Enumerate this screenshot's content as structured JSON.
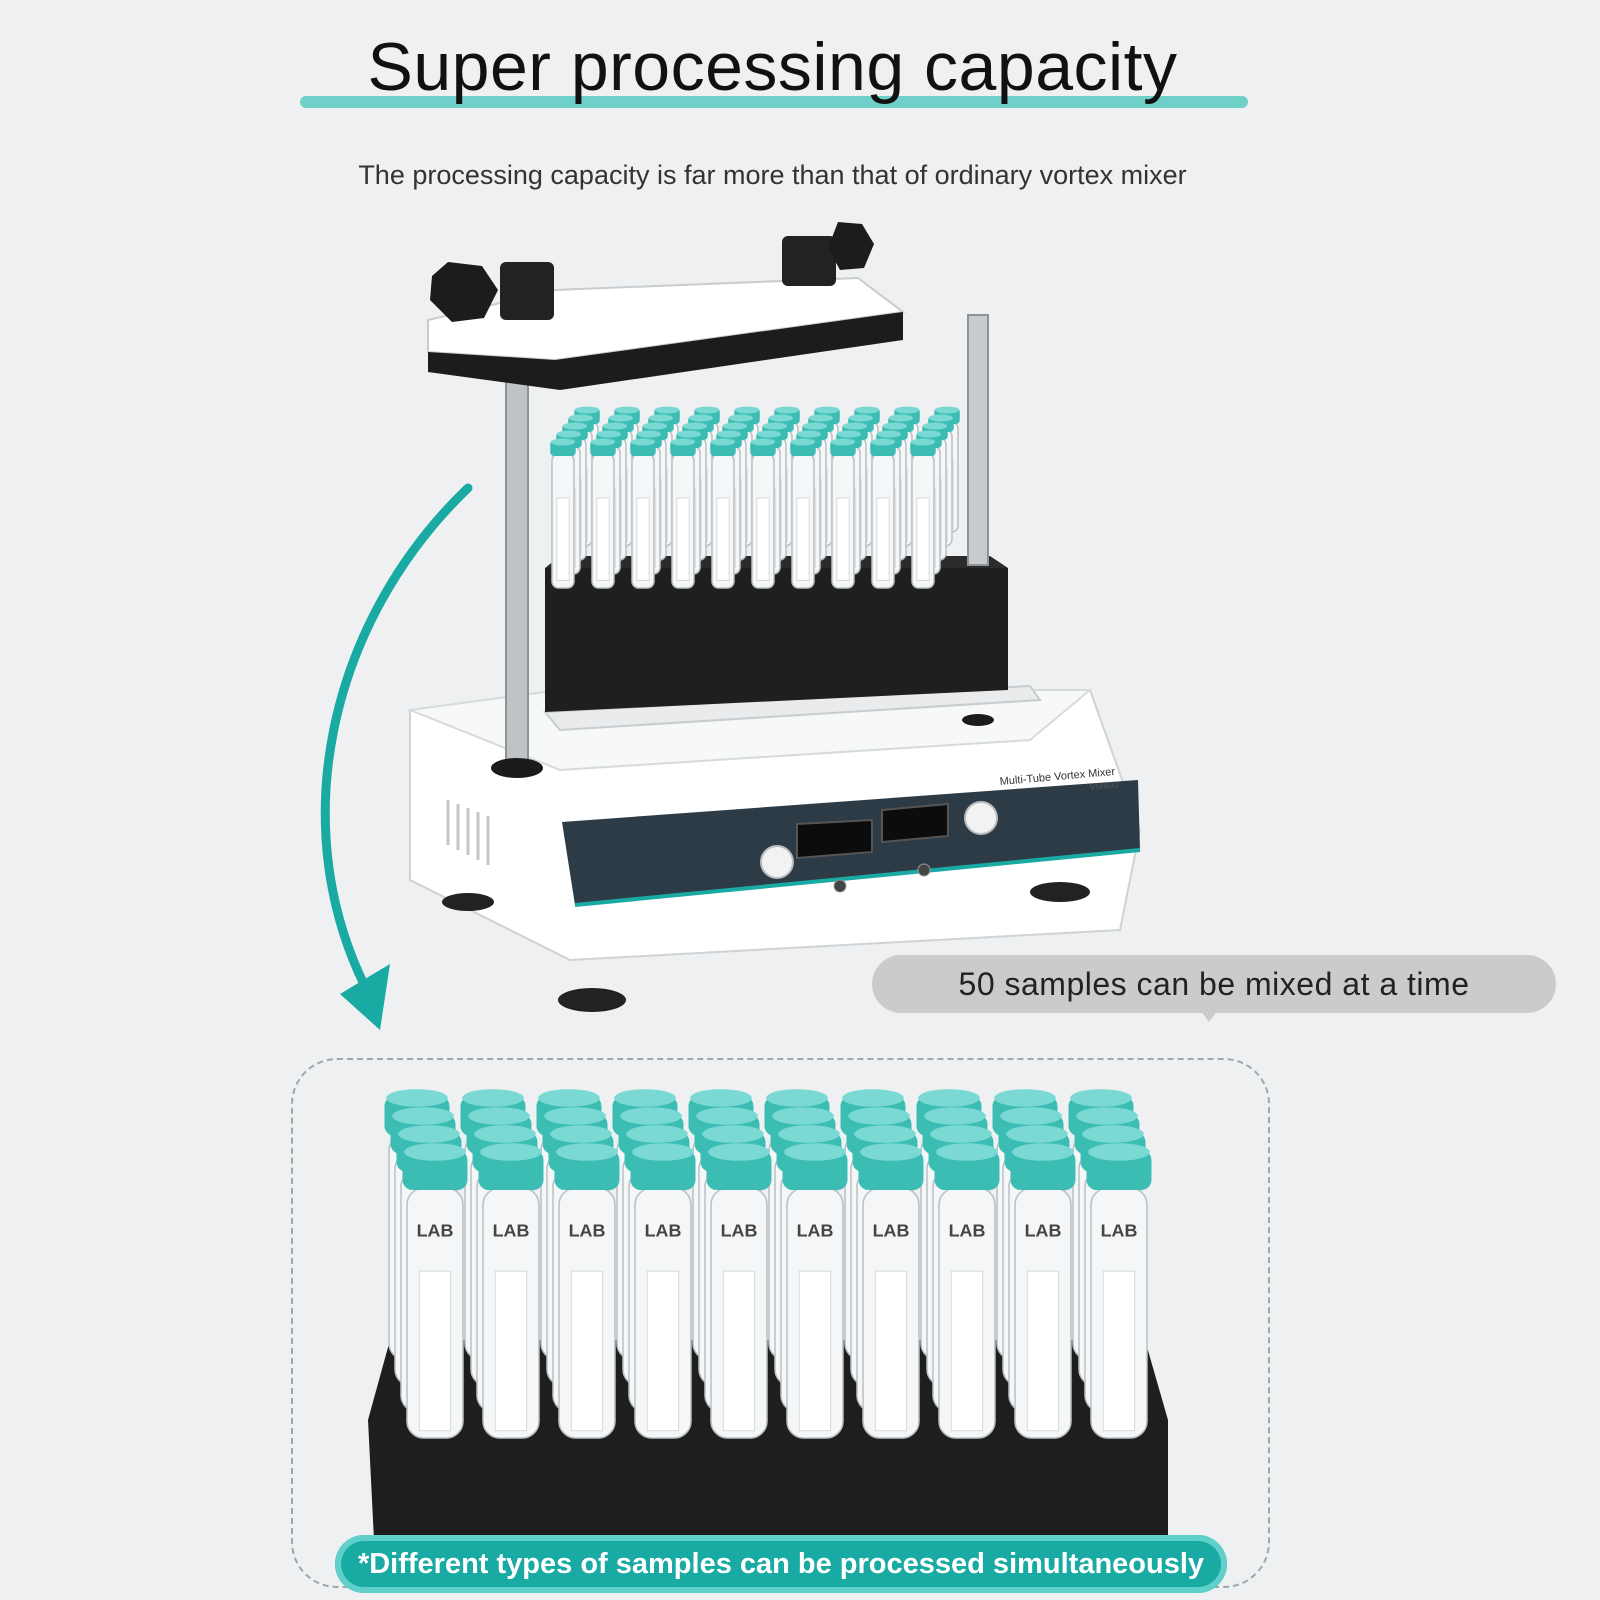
{
  "header": {
    "title": "Super processing capacity",
    "subtitle": "The processing capacity is far more than that of ordinary vortex mixer"
  },
  "device": {
    "name_label": "Multi-Tube Vortex Mixer",
    "model_label": "VM600"
  },
  "callout": {
    "text": "50 samples can be mixed at a time"
  },
  "footer_banner": {
    "text": "*Different types of samples can be processed simultaneously"
  },
  "tube_label": "LAB",
  "colors": {
    "accent": "#19aaa3",
    "cap": "#3cbdb4",
    "background": "#eef0f1",
    "rack": "#1f1f1f",
    "panel": "#2d3b46"
  }
}
